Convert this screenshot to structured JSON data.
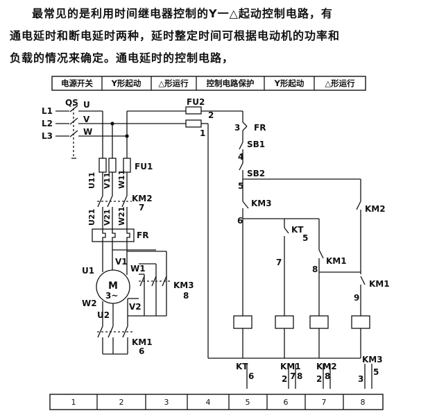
{
  "intro": {
    "line1": "最常见的是利用时间继电器控制的Y一△起动控制电路，有",
    "line2": "通电延时和断电延时两种，延时整定时间可根据电动机的功率和",
    "line3": "负载的情况来确定。通电延时的控制电路，"
  },
  "header_cells": [
    "电源开关",
    "Y形起动",
    "△形运行",
    "控制电路保护",
    "Y形起动",
    "△形运行"
  ],
  "footer_cells": [
    "1",
    "2",
    "3",
    "4",
    "5",
    "6",
    "7",
    "8"
  ],
  "labels": {
    "L1": "L1",
    "L2": "L2",
    "L3": "L3",
    "QS": "QS",
    "U": "U",
    "V": "V",
    "W": "W",
    "FU1": "FU1",
    "FU2": "FU2",
    "n2": "2",
    "n1": "1",
    "U11": "U11",
    "V11": "V11",
    "W11": "W11",
    "U21": "U21",
    "V21": "V21",
    "W21": "W21",
    "KM2": "KM2",
    "KM2ref": "7",
    "FR": "FR",
    "U1": "U1",
    "V1": "V1",
    "W1": "W1",
    "W2": "W2",
    "U2": "U2",
    "V2": "V2",
    "motor": "M",
    "motor_phase": "3~",
    "KM3": "KM3",
    "KM3ref": "8",
    "KM1": "KM1",
    "KM1ref": "6",
    "n3": "3",
    "FRc": "FR",
    "SB1": "SB1",
    "n4": "4",
    "SB2": "SB2",
    "n5": "5",
    "KM3c": "KM3",
    "n6": "6",
    "KT": "KT",
    "KTn": "5",
    "n7": "7",
    "KM1c": "KM1",
    "n8": "8",
    "KM2c": "KM2",
    "KM1c2": "KM1",
    "n9": "9",
    "coil_KT": "KT",
    "coil_KM1": "KM1",
    "coil_KM2": "KM2",
    "coil_KM3": "KM3",
    "ref_KT": "6",
    "ref_KM1a": "2",
    "ref_KM1b": "7",
    "ref_KM1c": "8",
    "ref_KM2a": "2",
    "ref_KM2b": "8",
    "ref_KM3a": "3",
    "ref_KM3b": "5"
  }
}
